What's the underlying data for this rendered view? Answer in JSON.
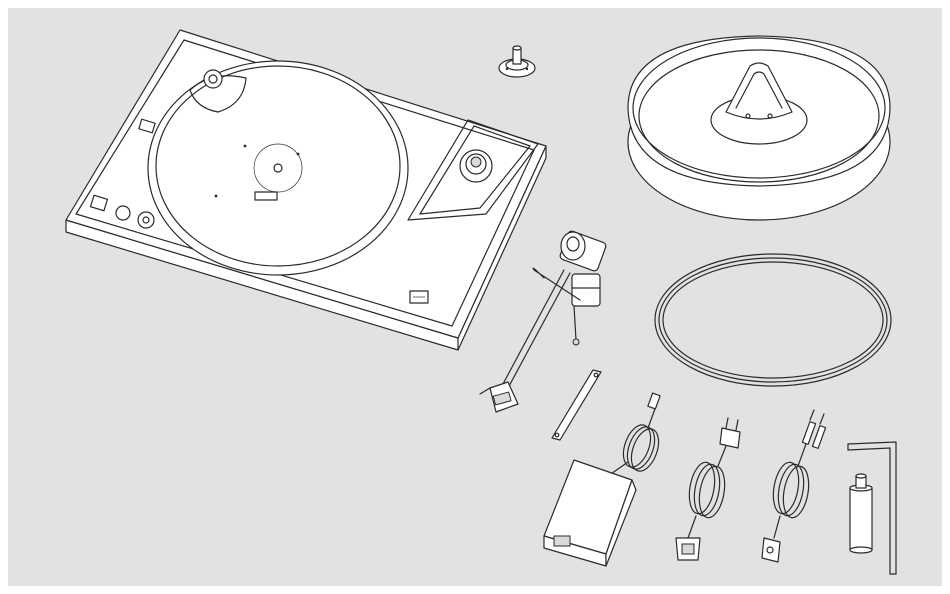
{
  "scene": {
    "background": "#e2e2e2",
    "line_color": "#2b2b2b",
    "items": [
      {
        "name": "turntable-plinth"
      },
      {
        "name": "platter-spindle-hub"
      },
      {
        "name": "dust-cover-lid"
      },
      {
        "name": "drive-belt"
      },
      {
        "name": "tonearm-with-cartridge"
      },
      {
        "name": "alignment-strip"
      },
      {
        "name": "power-supply-adapter"
      },
      {
        "name": "mains-power-cable"
      },
      {
        "name": "rca-phono-cable"
      },
      {
        "name": "hex-allen-key"
      },
      {
        "name": "oil-bottle"
      }
    ]
  }
}
